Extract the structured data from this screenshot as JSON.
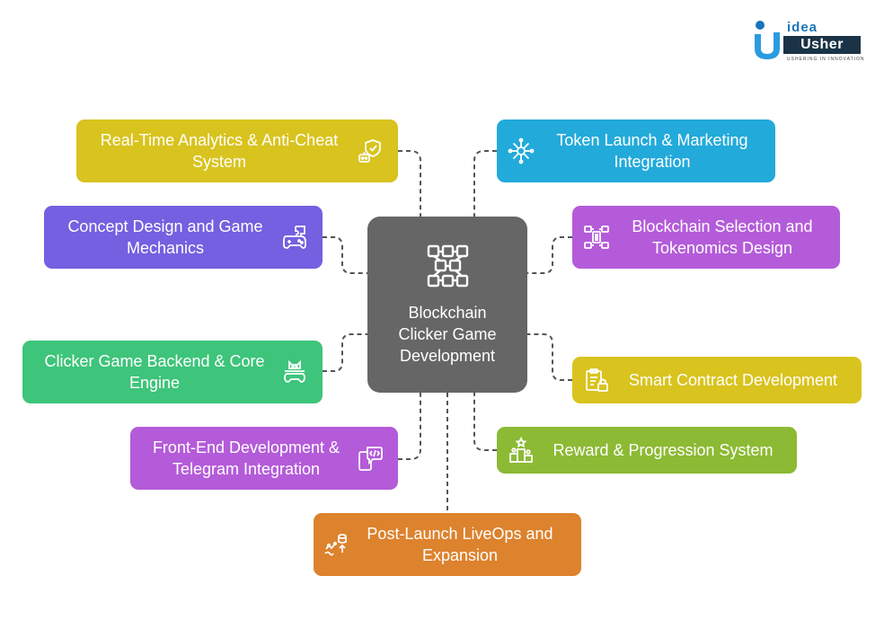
{
  "logo": {
    "brand_line1": "idea",
    "brand_line2": "Usher",
    "tagline": "USHERING IN INNOVATION"
  },
  "center": {
    "label": "Blockchain Clicker Game Development",
    "color": "#666666",
    "icon": "building-blocks-icon"
  },
  "nodes": [
    {
      "label": "Real-Time Analytics & Anti-Cheat System",
      "color": "#d9c31f",
      "icon": "robot-shield-icon"
    },
    {
      "label": "Concept Design and Game Mechanics",
      "color": "#7460e0",
      "icon": "gamepad-puzzle-icon"
    },
    {
      "label": "Clicker Game Backend & Core Engine",
      "color": "#3ec47b",
      "icon": "cat-controller-icon"
    },
    {
      "label": "Front-End Development & Telegram Integration",
      "color": "#b45bd9",
      "icon": "phone-code-icon"
    },
    {
      "label": "Post-Launch LiveOps and Expansion",
      "color": "#dd822d",
      "icon": "growth-database-icon"
    },
    {
      "label": "Token Launch & Marketing Integration",
      "color": "#22aada",
      "icon": "snowflake-token-icon"
    },
    {
      "label": "Blockchain Selection and Tokenomics Design",
      "color": "#b45bd9",
      "icon": "bitcoin-chain-icon"
    },
    {
      "label": "Smart Contract Development",
      "color": "#d9c31f",
      "icon": "contract-lock-icon"
    },
    {
      "label": "Reward & Progression System",
      "color": "#8cba34",
      "icon": "podium-star-icon"
    }
  ]
}
